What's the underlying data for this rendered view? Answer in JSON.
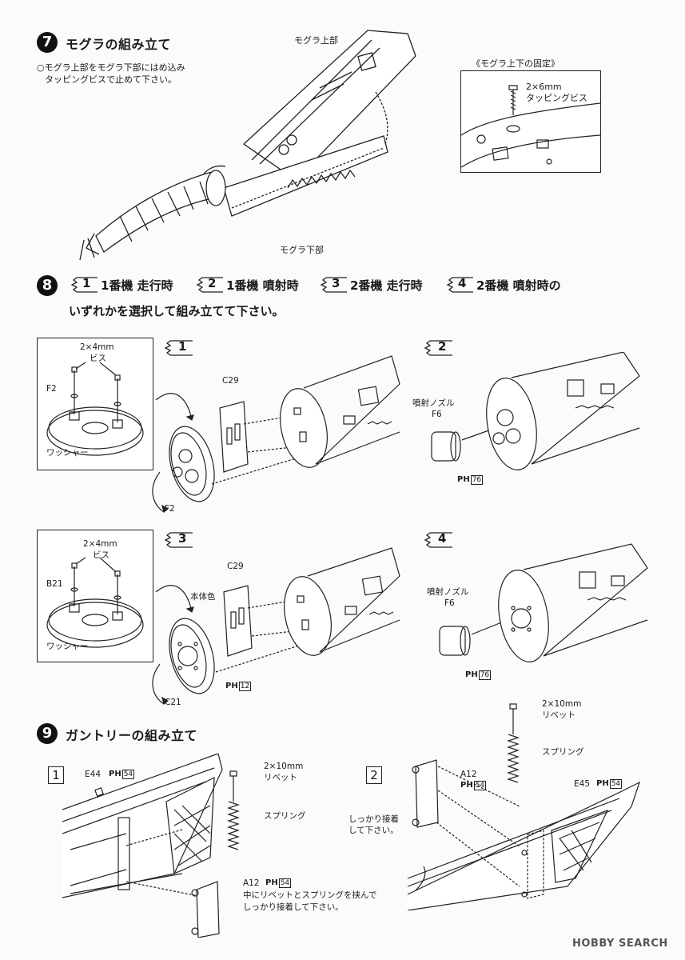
{
  "step7": {
    "num": "7",
    "title": "モグラの組み立て",
    "instr1": "○モグラ上部をモグラ下部にはめ込み",
    "instr2": "タッピングビスで止めて下さい。",
    "label_upper": "モグラ上部",
    "label_lower": "モグラ下部",
    "detail_title": "《モグラ上下の固定》",
    "detail_screw_size": "2×6mm",
    "detail_screw_type": "タッピングビス"
  },
  "step8": {
    "num": "8",
    "options": [
      {
        "n": "1",
        "text": "1番機 走行時"
      },
      {
        "n": "2",
        "text": "1番機 噴射時"
      },
      {
        "n": "3",
        "text": "2番機 走行時"
      },
      {
        "n": "4",
        "text": "2番機 噴射時の"
      }
    ],
    "subtitle": "いずれかを選択して組み立てて下さい。",
    "panel1": {
      "badge": "1",
      "screw": "2×4mm",
      "screw_type": "ビス",
      "part": "F2",
      "washer": "ワッシャー",
      "plate": "C29",
      "disc": "F2"
    },
    "panel2": {
      "badge": "2",
      "nozzle": "噴射ノズル",
      "part": "F6",
      "ph_label": "PH",
      "ph_num": "76"
    },
    "panel3": {
      "badge": "3",
      "screw": "2×4mm",
      "screw_type": "ビス",
      "part": "B21",
      "washer": "ワッシャー",
      "plate": "C29",
      "body_color": "本体色",
      "disc": "C21",
      "ph_label": "PH",
      "ph_num": "12"
    },
    "panel4": {
      "badge": "4",
      "nozzle": "噴射ノズル",
      "part": "F6",
      "ph_label": "PH",
      "ph_num": "76"
    }
  },
  "step9": {
    "num": "9",
    "title": "ガントリーの組み立て",
    "sub1": {
      "n": "1",
      "part": "E44",
      "ph_label": "PH",
      "ph_num": "54",
      "rivet_size": "2×10mm",
      "rivet": "リベット",
      "spring": "スプリング",
      "a12": "A12",
      "a12_ph_num": "54",
      "note1": "中にリベットとスプリングを挟んで",
      "note2": "しっかり接着して下さい。"
    },
    "sub2": {
      "n": "2",
      "rivet_size": "2×10mm",
      "rivet": "リベット",
      "spring": "スプリング",
      "a12": "A12",
      "a12_ph_num": "54",
      "e45": "E45",
      "e45_ph_num": "54",
      "note1": "しっかり接着",
      "note2": "して下さい。"
    }
  },
  "watermark": "HOBBY SEARCH"
}
